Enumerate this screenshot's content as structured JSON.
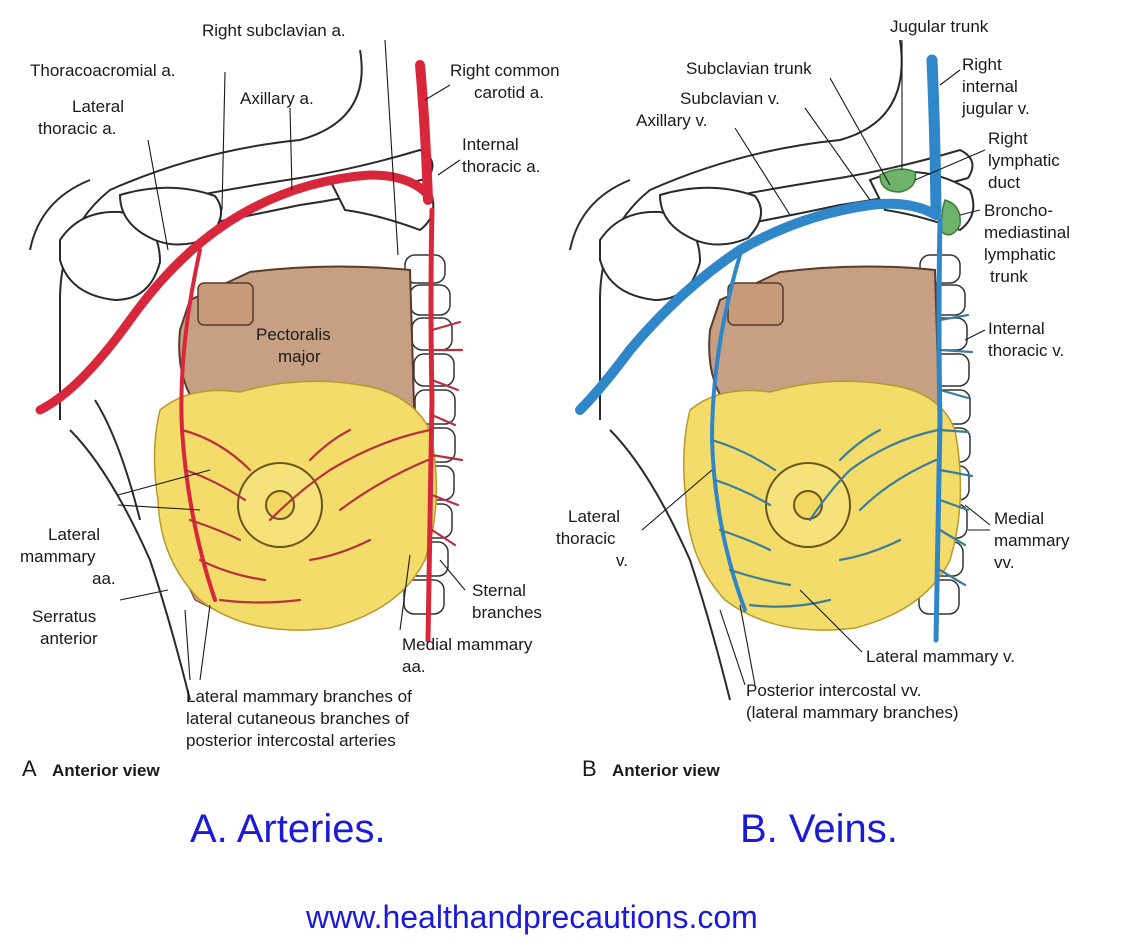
{
  "panel_a": {
    "letter": "A",
    "view": "Anterior view",
    "labels": {
      "right_subclavian": "Right subclavian a.",
      "thoracoacromial": "Thoracoacromial a.",
      "lateral_thoracic_1": "Lateral",
      "lateral_thoracic_2": "thoracic a.",
      "axillary": "Axillary a.",
      "right_common_carotid_1": "Right common",
      "right_common_carotid_2": "carotid a.",
      "internal_thoracic_1": "Internal",
      "internal_thoracic_2": "thoracic a.",
      "pectoralis_1": "Pectoralis",
      "pectoralis_2": "major",
      "lateral_mammary_1": "Lateral",
      "lateral_mammary_2": "mammary",
      "lateral_mammary_3": "aa.",
      "serratus_1": "Serratus",
      "serratus_2": "anterior",
      "sternal_1": "Sternal",
      "sternal_2": "branches",
      "medial_mammary_1": "Medial mammary",
      "medial_mammary_2": "aa.",
      "lateral_branches_1": "Lateral mammary branches of",
      "lateral_branches_2": "lateral cutaneous branches of",
      "lateral_branches_3": "posterior intercostal arteries"
    }
  },
  "panel_b": {
    "letter": "B",
    "view": "Anterior view",
    "labels": {
      "jugular_trunk": "Jugular trunk",
      "subclavian_trunk": "Subclavian trunk",
      "right_internal_jugular_1": "Right",
      "right_internal_jugular_2": "internal",
      "right_internal_jugular_3": "jugular v.",
      "subclavian_v": "Subclavian v.",
      "axillary_v": "Axillary v.",
      "right_lymphatic_1": "Right",
      "right_lymphatic_2": "lymphatic",
      "right_lymphatic_3": "duct",
      "broncho_1": "Broncho-",
      "broncho_2": "mediastinal",
      "broncho_3": "lymphatic",
      "broncho_4": "trunk",
      "internal_thoracic_v_1": "Internal",
      "internal_thoracic_v_2": "thoracic v.",
      "lateral_thoracic_v_1": "Lateral",
      "lateral_thoracic_v_2": "thoracic",
      "lateral_thoracic_v_3": "v.",
      "medial_mammary_1": "Medial",
      "medial_mammary_2": "mammary",
      "medial_mammary_3": "vv.",
      "lateral_mammary_v": "Lateral mammary v.",
      "posterior_intercostal_1": "Posterior intercostal vv.",
      "posterior_intercostal_2": "(lateral mammary branches)"
    }
  },
  "captions": {
    "arteries": "A. Arteries.",
    "veins": "B. Veins."
  },
  "website": "www.healthandprecautions.com",
  "colors": {
    "artery": "#d8263a",
    "vein": "#2f86c8",
    "lymphatic": "#6fb36a",
    "muscle": "#c7a084",
    "fat": "#f4dc6a",
    "caption_text": "#1a1ad8"
  }
}
